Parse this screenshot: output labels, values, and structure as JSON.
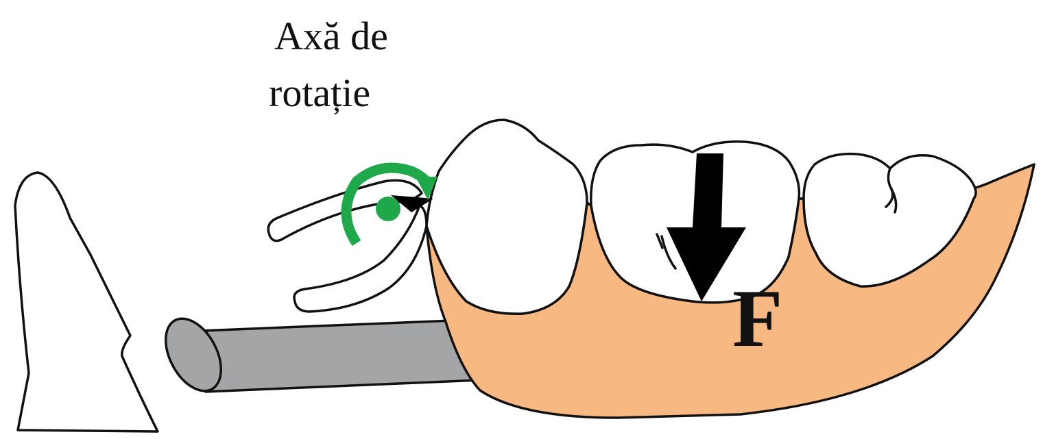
{
  "axis_label": {
    "line1": "Axă de",
    "line2": "rotație"
  },
  "force_label": "F",
  "colors": {
    "gum": "#F8B882",
    "tooth": "#FFFFFF",
    "outline": "#111111",
    "instrument": "#A3A5A7",
    "rotation": "#1FA84A",
    "force_arrow": "#000000"
  },
  "icons": {
    "rotation_axis": "curved-arrow-icon",
    "force": "down-arrow-icon"
  }
}
